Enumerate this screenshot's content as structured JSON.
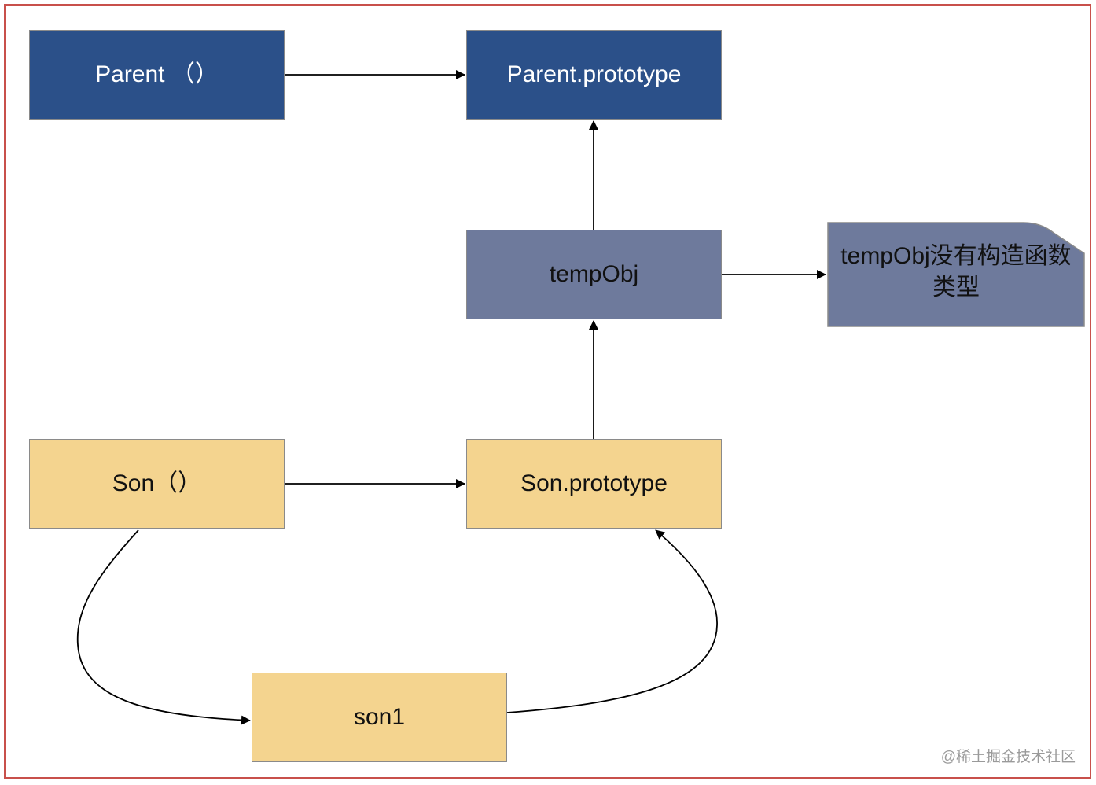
{
  "nodes": {
    "parent_constructor": "Parent （）",
    "parent_prototype": "Parent.prototype",
    "temp_obj": "tempObj",
    "son_constructor": "Son（）",
    "son_prototype": "Son.prototype",
    "son_instance": "son1"
  },
  "note": {
    "text": "tempObj没有构造函数类型"
  },
  "watermark": "@稀土掘金技术社区",
  "colors": {
    "frame_border": "#c8504b",
    "parent_fill": "#2b5089",
    "temp_fill": "#6e7a9c",
    "son_fill": "#f4d48f",
    "edge": "#000000"
  }
}
